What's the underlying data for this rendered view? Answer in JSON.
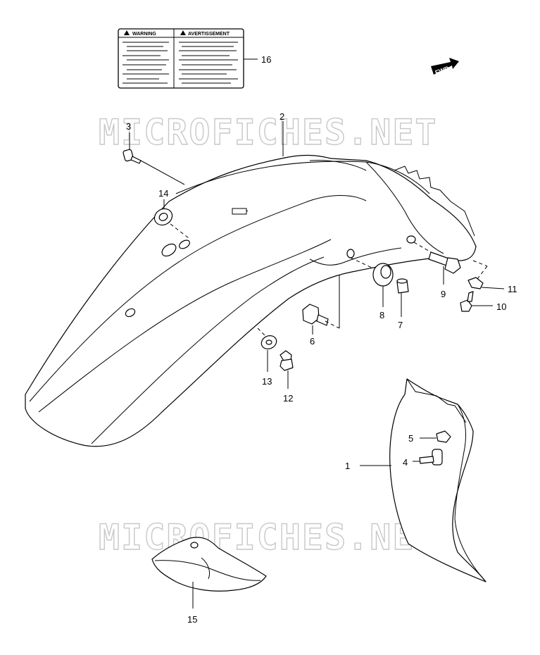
{
  "watermark": "MICROFICHES.NET",
  "warning_label": {
    "left_heading": "WARNING",
    "right_heading": "AVERTISSEMENT"
  },
  "direction_arrow": "FWD",
  "callouts": {
    "p1": "1",
    "p2": "2",
    "p3": "3",
    "p4": "4",
    "p5": "5",
    "p6": "6",
    "p7": "7",
    "p8": "8",
    "p9": "9",
    "p10": "10",
    "p11": "11",
    "p12": "12",
    "p13": "13",
    "p14": "14",
    "p15": "15",
    "p16": "16"
  }
}
